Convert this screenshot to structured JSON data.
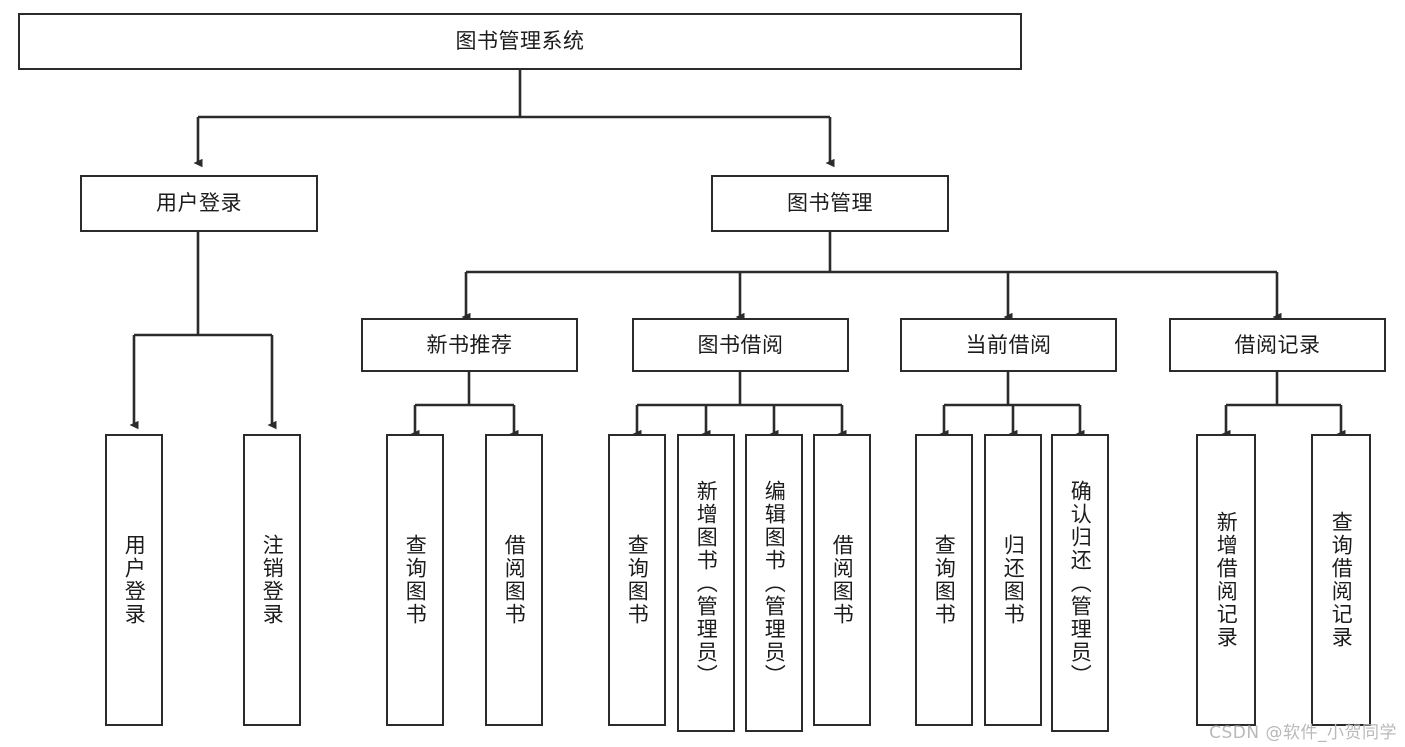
{
  "diagram": {
    "title": "图书管理系统",
    "type": "tree-hierarchy-diagram",
    "accent_color": "#2b2b2b",
    "background_color": "#ffffff",
    "root": {
      "label": "图书管理系统"
    },
    "level2": [
      {
        "label": "用户登录"
      },
      {
        "label": "图书管理"
      }
    ],
    "level3": [
      {
        "label": "新书推荐"
      },
      {
        "label": "图书借阅"
      },
      {
        "label": "当前借阅"
      },
      {
        "label": "借阅记录"
      }
    ],
    "leaves": {
      "user_login": [
        {
          "label": "用户登录"
        },
        {
          "label": "注销登录"
        }
      ],
      "new_book_recommend": [
        {
          "label": "查询图书"
        },
        {
          "label": "借阅图书"
        }
      ],
      "book_borrow": [
        {
          "label": "查询图书"
        },
        {
          "label": "新增图书（管理员）"
        },
        {
          "label": "编辑图书（管理员）"
        },
        {
          "label": "借阅图书"
        }
      ],
      "current_borrow": [
        {
          "label": "查询图书"
        },
        {
          "label": "归还图书"
        },
        {
          "label": "确认归还（管理员）"
        }
      ],
      "borrow_record": [
        {
          "label": "新增借阅记录"
        },
        {
          "label": "查询借阅记录"
        }
      ]
    }
  },
  "watermark": {
    "text": "CSDN @软件_小贺同学"
  }
}
